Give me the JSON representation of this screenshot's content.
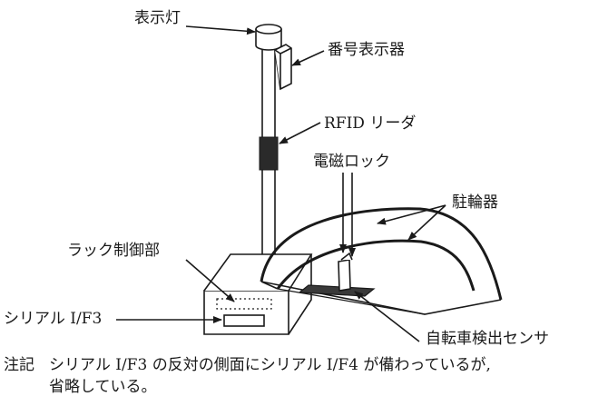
{
  "labels": {
    "indicator_lamp": "表示灯",
    "number_display": "番号表示器",
    "rfid_reader": "RFID リーダ",
    "electromagnetic_lock": "電磁ロック",
    "bicycle_rack": "駐輪器",
    "rack_controller": "ラック制御部",
    "serial_if3": "シリアル I/F3",
    "bicycle_sensor": "自転車検出センサ"
  },
  "note": {
    "head": "注記",
    "line1": "シリアル I/F3 の反対の側面にシリアル I/F4 が備わっているが,",
    "line2": "省略している。"
  }
}
